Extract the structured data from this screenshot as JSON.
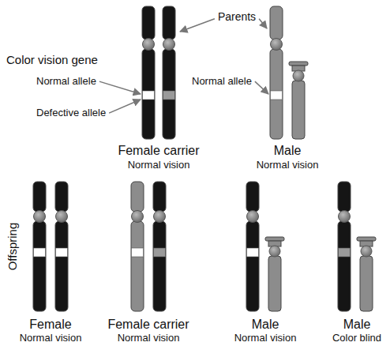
{
  "diagram": {
    "labels": [
      "Parents",
      "Color vision gene",
      "Normal allele",
      "Normal allele",
      "Defective allele",
      "Female carrier",
      "Male",
      "Normal vision",
      "Normal vision",
      "Offspring",
      "Female",
      "Female carrier",
      "Male",
      "Male",
      "Normal vision",
      "Normal vision",
      "Normal vision",
      "Color blind"
    ]
  }
}
